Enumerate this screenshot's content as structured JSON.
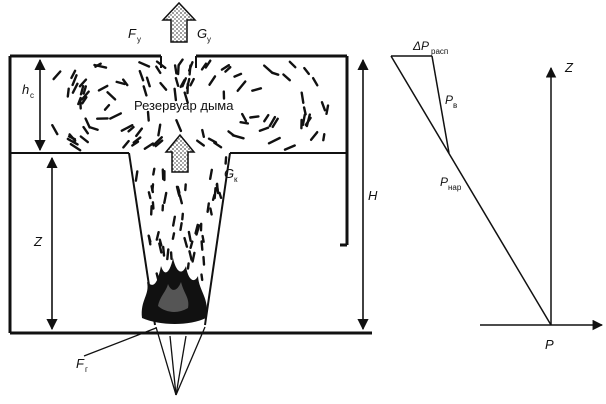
{
  "diagram": {
    "reservoir_label": "Резервуар дыма",
    "labels": {
      "F_y": {
        "main": "F",
        "sub": "у"
      },
      "G_y": {
        "main": "G",
        "sub": "у"
      },
      "h_c": {
        "main": "h",
        "sub": "с"
      },
      "G_k": {
        "main": "G",
        "sub": "к"
      },
      "Z_left": "Z",
      "H": "H",
      "F_r": {
        "main": "F",
        "sub": "г"
      }
    },
    "pressure": {
      "delta_p": {
        "main": "ΔP",
        "sub": "расп"
      },
      "p_v": {
        "main": "P",
        "sub": "в"
      },
      "p_nar": {
        "main": "P",
        "sub": "нар"
      },
      "axis_z": "Z",
      "axis_p": "P"
    }
  }
}
